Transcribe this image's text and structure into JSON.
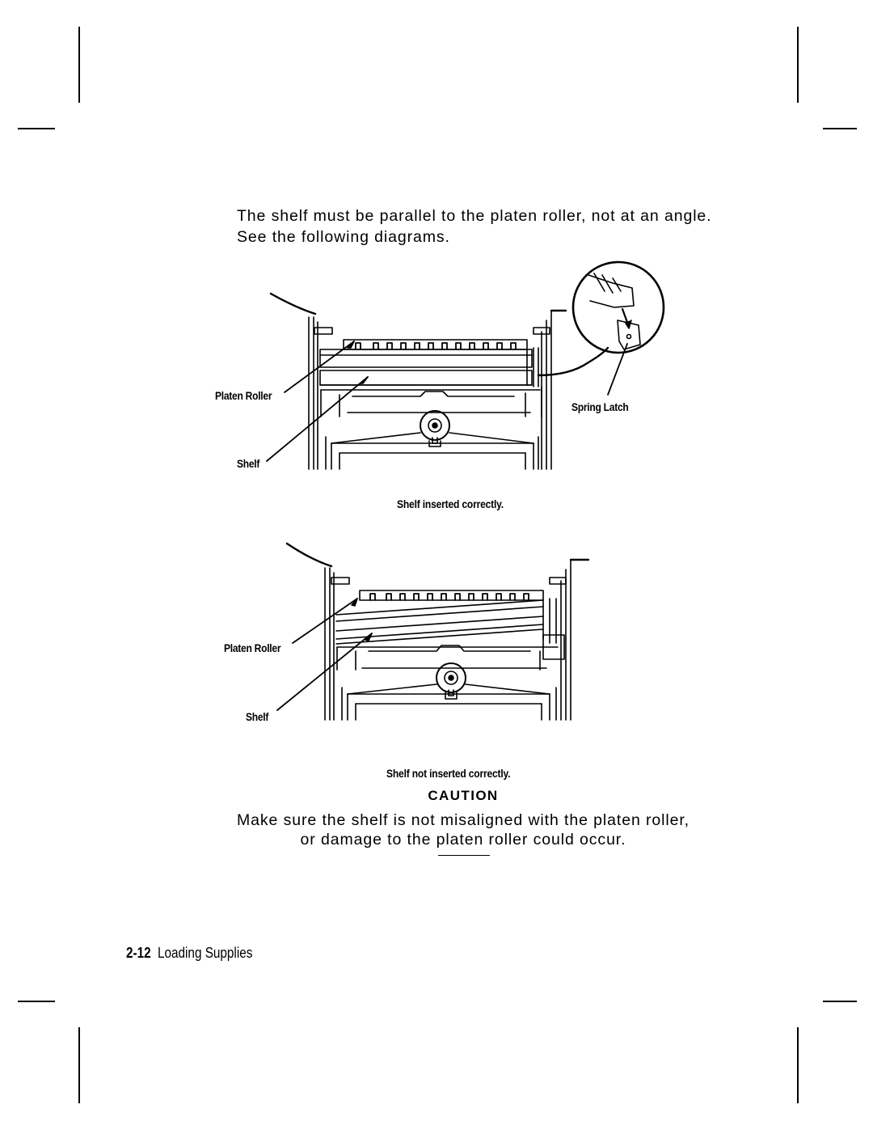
{
  "intro": {
    "line1": "The shelf must be parallel to the platen roller, not at an angle.",
    "line2": "See the following diagrams."
  },
  "figure_correct": {
    "label_platen_roller": "Platen Roller",
    "label_shelf": "Shelf",
    "label_spring_latch": "Spring Latch",
    "caption": "Shelf inserted correctly."
  },
  "figure_incorrect": {
    "label_platen_roller": "Platen Roller",
    "label_shelf": "Shelf",
    "caption": "Shelf not inserted correctly."
  },
  "caution": {
    "heading": "CAUTION",
    "line1": "Make sure the shelf is not misaligned with the platen roller,",
    "line2": "or damage to the platen roller could occur."
  },
  "footer": {
    "page_number": "2-12",
    "section": "Loading Supplies"
  }
}
